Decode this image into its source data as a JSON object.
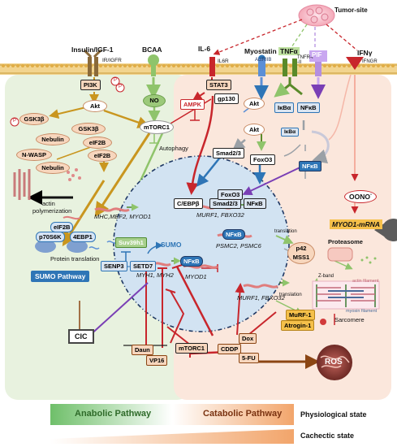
{
  "receptors": {
    "insulin": "Insulin/IGF-1",
    "ir_igfr": "IR/IGFR",
    "bcaa": "BCAA",
    "il6": "IL-6",
    "il6r": "IL6R",
    "myostatin": "Myostatin",
    "actriib": "ActRIIB",
    "tnfa": "TNFα",
    "tnfr": "TNFR-I",
    "tnfr2": "-II",
    "pif": "PIF",
    "ifng": "IFNγ",
    "ifngr": "IFNGR",
    "tumor": "Tumor-site"
  },
  "anabolic": {
    "pi3k": "PI3K",
    "p_symbol": "P",
    "akt": "Akt",
    "gsk3b_p": "GSK3β",
    "gsk3b": "GSK3β",
    "nebulin": "Nebulin",
    "eif2b": "eIF2B",
    "eif2b_small": "eIF2B",
    "nwasp": "N-WASP",
    "nebulin2": "Nebulin",
    "actin": "actin",
    "polym": "polymerization",
    "no": "NO",
    "mtorc1": "mTORC1",
    "autophagy": "Autophagy",
    "eif2b_box": "eIF2B",
    "p70": "p70S6K",
    "ebp1": "4EBP1",
    "protein_translation": "Protein translation",
    "sumo_pathway": "SUMO Pathway",
    "cic": "CIC"
  },
  "nucleus": {
    "cebpb": "C/EBPβ",
    "smad23": "Smad2/3",
    "foxo3": "FoxO3",
    "nfkb": "NFκB",
    "murf_fbxo": "MURF1, FBXO32",
    "mhc": "MHC,MEF2, MYOD1",
    "nfkb2": "NFκB",
    "psmc": "PSMC2, PSMC6",
    "nfkb3": "NFκB",
    "myod1": "MYOD1",
    "suv": "Suv39h1",
    "sumo": "SUMO",
    "senp3": "SENP3",
    "setd7": "SETD7",
    "myh": "MYH1, MYH2",
    "murf_fbxo2": "MURF1, FBXO32"
  },
  "catabolic": {
    "stat3": "STAT3",
    "ampk": "AMPK",
    "gp130": "gp130",
    "akt_r": "Akt",
    "akt_r2": "Akt",
    "smad_r": "Smad2/3",
    "foxo3_r": "FoxO3",
    "ikba": "IκBα",
    "nfkb_r": "NFκB",
    "ikba2": "IκBα",
    "nfkb_r2": "NFκB",
    "oono": "OONO",
    "oono_sup": "-",
    "myod_mrna": "MYOD1-mRNA",
    "translation": "translation",
    "p42": "p42",
    "mss1": "MSS1",
    "proteasome": "Proteasome",
    "translation2": "translation",
    "murf1": "MuRF-1",
    "atrogin": "Atrogin-1",
    "zband": "Z-band",
    "actin_f": "actin filament",
    "myosin_f": "myosin filament",
    "sarcomere": "Sarcomere",
    "ros": "ROS",
    "mtorc1_b": "mTORC1",
    "cddp": "CDDP",
    "dox": "Dox",
    "fu": "5-FU",
    "daun": "Daun",
    "vp16": "VP16"
  },
  "footer": {
    "anabolic": "Anabolic Pathway",
    "catabolic": "Catabolic Pathway",
    "physio": "Physiological state",
    "cachectic": "Cachectic state"
  },
  "colors": {
    "left_panel": "#e8f2df",
    "right_panel": "#fbe7dc",
    "membrane": "#e1ad46",
    "nucleus": "#d2e3f2",
    "green_arrow": "#8fc46b",
    "gold_arrow": "#c9961f",
    "red_arrow": "#c8262c",
    "blue_arrow": "#2e75b6",
    "purple_arrow": "#7a3fb5",
    "brown_arrow": "#8b4513"
  }
}
